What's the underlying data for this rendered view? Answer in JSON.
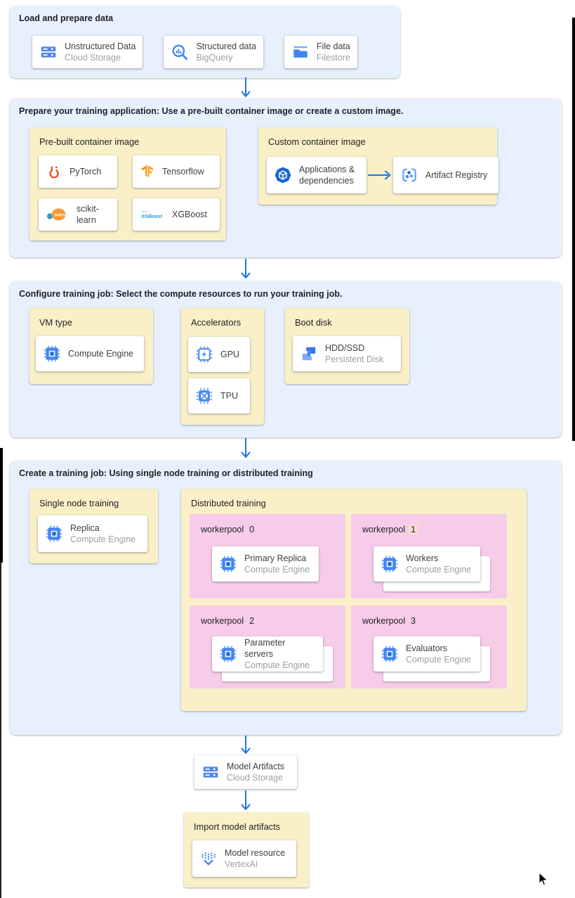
{
  "colors": {
    "section_bg": "#E8F0FE",
    "group_bg": "#FAF0C8",
    "pool_bg": "#F7CCE9",
    "arrow_blue": "#1A73E8",
    "icon_blue": "#4285F4",
    "highlight_tan": "#F6DEC9",
    "pytorch_red": "#EE4C2C",
    "tensorflow_orange": "#FF8F00"
  },
  "load": {
    "title": "Load and prepare data",
    "cards": [
      {
        "title": "Unstructured Data",
        "subtitle": "Cloud Storage"
      },
      {
        "title": "Structured data",
        "subtitle": "BigQuery"
      },
      {
        "title": "File data",
        "subtitle": "Filestore"
      }
    ]
  },
  "prepare": {
    "title": "Prepare your training application: Use a pre-built container image or create a custom image.",
    "prebuilt": {
      "label": "Pre-built container image",
      "cards": [
        {
          "title": "PyTorch"
        },
        {
          "title": "Tensorflow"
        },
        {
          "title": "scikit-learn"
        },
        {
          "title": "XGBoost"
        }
      ]
    },
    "custom": {
      "label": "Custom container image",
      "source": {
        "title": "Applications & dependencies"
      },
      "target": {
        "title": "Artifact Registry"
      }
    }
  },
  "configure": {
    "title": "Configure training job: Select the compute resources to run your training job.",
    "vm": {
      "label": "VM type",
      "card": {
        "title": "Compute Engine"
      }
    },
    "accelerators": {
      "label": "Accelerators",
      "cards": [
        {
          "title": "GPU"
        },
        {
          "title": "TPU"
        }
      ]
    },
    "bootdisk": {
      "label": "Boot disk",
      "card": {
        "title": "HDD/SSD",
        "subtitle": "Persistent Disk"
      }
    }
  },
  "create": {
    "title": "Create a training job: Using single node training or distributed training",
    "single": {
      "label": "Single node training",
      "card": {
        "title": "Replica",
        "subtitle": "Compute Engine"
      }
    },
    "distributed": {
      "label": "Distributed training",
      "pools": [
        {
          "name": "workerpool",
          "num": "0",
          "card": {
            "title": "Primary Replica",
            "subtitle": "Compute Engine"
          }
        },
        {
          "name": "workerpool",
          "num": "1",
          "card": {
            "title": "Workers",
            "subtitle": "Compute Engine"
          }
        },
        {
          "name": "workerpool",
          "num": "2",
          "card": {
            "title": "Parameter servers",
            "subtitle": "Compute Engine"
          }
        },
        {
          "name": "workerpool",
          "num": "3",
          "card": {
            "title": "Evaluators",
            "subtitle": "Compute Engine"
          }
        }
      ]
    }
  },
  "model_artifacts": {
    "title": "Model Artifacts",
    "subtitle": "Cloud Storage"
  },
  "import_model": {
    "label": "Import model artifacts",
    "card": {
      "title": "Model resource",
      "subtitle": "VertexAI"
    }
  },
  "logos": {
    "sklearn": "learn",
    "xgboost": "XGBoost",
    "xgboost_small": "dmlc"
  }
}
